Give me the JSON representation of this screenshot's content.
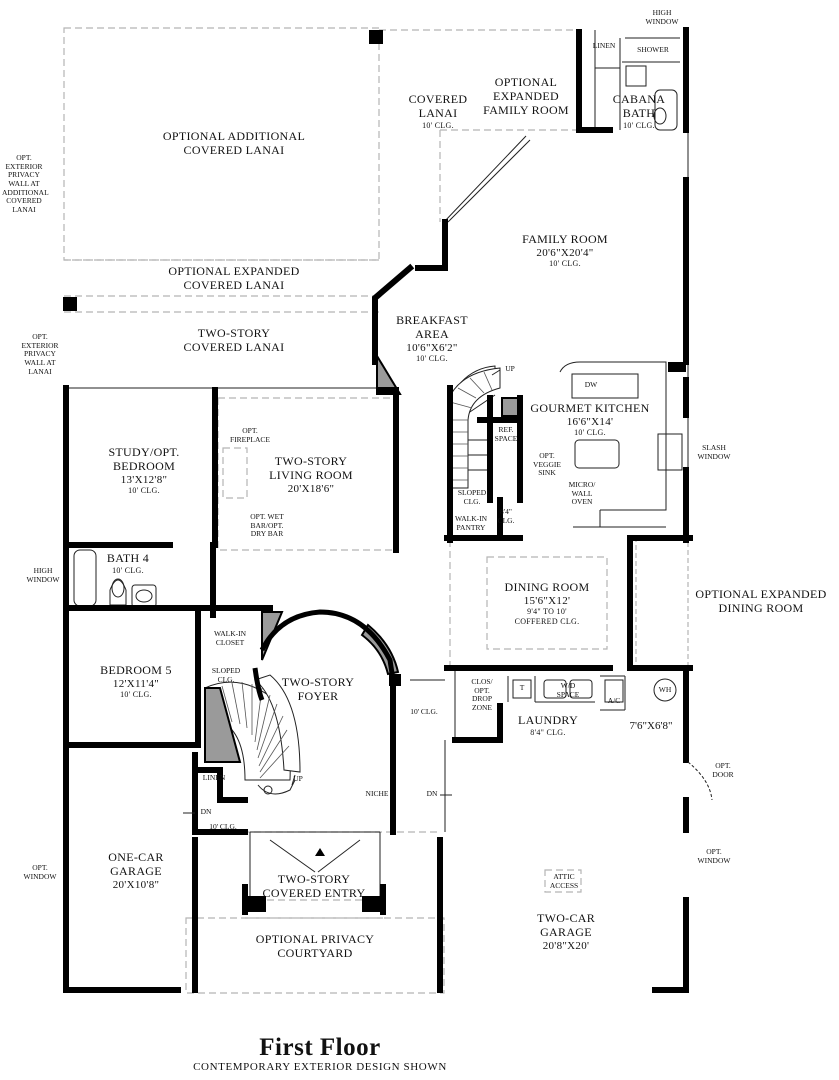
{
  "title": "First Floor",
  "subtitle": "CONTEMPORARY EXTERIOR DESIGN SHOWN",
  "rooms": {
    "optional_additional_covered_lanai": {
      "line1": "OPTIONAL ADDITIONAL",
      "line2": "COVERED LANAI"
    },
    "optional_expanded_covered_lanai": {
      "line1": "OPTIONAL EXPANDED",
      "line2": "COVERED LANAI"
    },
    "two_story_covered_lanai": {
      "line1": "TWO-STORY",
      "line2": "COVERED LANAI"
    },
    "covered_lanai": {
      "line1": "COVERED",
      "line2": "LANAI",
      "clg": "10' CLG."
    },
    "optional_expanded_family_room": {
      "line1": "OPTIONAL",
      "line2": "EXPANDED",
      "line3": "FAMILY ROOM"
    },
    "cabana_bath": {
      "line1": "CABANA",
      "line2": "BATH",
      "clg": "10' CLG."
    },
    "linen_top": "LINEN",
    "shower": "SHOWER",
    "high_window_top": {
      "line1": "HIGH",
      "line2": "WINDOW"
    },
    "family_room": {
      "name": "FAMILY ROOM",
      "dims": "20'6\"X20'4\"",
      "clg": "10' CLG."
    },
    "breakfast_area": {
      "line1": "BREAKFAST",
      "line2": "AREA",
      "dims": "10'6\"X6'2\"",
      "clg": "10' CLG."
    },
    "gourmet_kitchen": {
      "name": "GOURMET KITCHEN",
      "dims": "16'6\"X14'",
      "clg": "10' CLG."
    },
    "dw": "DW",
    "up_stair_top": "UP",
    "ref_space": {
      "line1": "REF.",
      "line2": "SPACE"
    },
    "opt_veggie_sink": {
      "line1": "OPT.",
      "line2": "VEGGIE",
      "line3": "SINK"
    },
    "micro_wall_oven": {
      "line1": "MICRO/",
      "line2": "WALL",
      "line3": "OVEN"
    },
    "sloped_clg_kitchen": {
      "line1": "SLOPED",
      "line2": "CLG."
    },
    "clg_8_4": {
      "line1": "8'4\"",
      "line2": "CLG."
    },
    "walk_in_pantry": {
      "line1": "WALK-IN",
      "line2": "PANTRY"
    },
    "slash_window": {
      "line1": "SLASH",
      "line2": "WINDOW"
    },
    "opt_privacy_wall_additional": {
      "line1": "OPT.",
      "line2": "EXTERIOR",
      "line3": "PRIVACY",
      "line4": "WALL AT",
      "line5": "ADDITIONAL",
      "line6": "COVERED",
      "line7": "LANAI"
    },
    "opt_privacy_wall_lanai": {
      "line1": "OPT.",
      "line2": "EXTERIOR",
      "line3": "PRIVACY",
      "line4": "WALL AT",
      "line5": "LANAI"
    },
    "study": {
      "line1": "STUDY/OPT.",
      "line2": "BEDROOM",
      "dims": "13'X12'8\"",
      "clg": "10' CLG."
    },
    "opt_fireplace": {
      "line1": "OPT.",
      "line2": "FIREPLACE"
    },
    "two_story_living_room": {
      "line1": "TWO-STORY",
      "line2": "LIVING ROOM",
      "dims": "20'X18'6\""
    },
    "opt_wet_bar": {
      "line1": "OPT. WET",
      "line2": "BAR/OPT.",
      "line3": "DRY BAR"
    },
    "bath_4": {
      "name": "BATH 4",
      "clg": "10' CLG."
    },
    "high_window_left": {
      "line1": "HIGH",
      "line2": "WINDOW"
    },
    "bedroom_5": {
      "name": "BEDROOM 5",
      "dims": "12'X11'4\"",
      "clg": "10' CLG."
    },
    "walk_in_closet": {
      "line1": "WALK-IN",
      "line2": "CLOSET"
    },
    "sloped_clg_foyer": {
      "line1": "SLOPED",
      "line2": "CLG."
    },
    "two_story_foyer": {
      "line1": "TWO-STORY",
      "line2": "FOYER"
    },
    "linen_lower": "LINEN",
    "up_foyer": "UP",
    "niche": "NICHE",
    "dining_room": {
      "name": "DINING ROOM",
      "dims": "15'6\"X12'",
      "clg1": "9'4\" TO 10'",
      "clg2": "COFFERED CLG."
    },
    "optional_expanded_dining_room": {
      "line1": "OPTIONAL EXPANDED",
      "line2": "DINING ROOM"
    },
    "clg_10_hall": "10' CLG.",
    "clos_opt_drop_zone": {
      "line1": "CLOS/",
      "line2": "OPT.",
      "line3": "DROP",
      "line4": "ZONE"
    },
    "t_label": "T",
    "wd_space": {
      "line1": "W/D",
      "line2": "SPACE"
    },
    "laundry": {
      "name": "LAUNDRY",
      "clg": "8'4\" CLG."
    },
    "ac": "A/C",
    "wh": "WH",
    "dims_7_6": "7'6\"X6'8\"",
    "opt_door": {
      "line1": "OPT.",
      "line2": "DOOR"
    },
    "dn_left": "DN",
    "dn_right": "DN",
    "clg_10_garage_left": "10' CLG.",
    "one_car_garage": {
      "line1": "ONE-CAR",
      "line2": "GARAGE",
      "dims": "20'X10'8\""
    },
    "opt_window_left": {
      "line1": "OPT.",
      "line2": "WINDOW"
    },
    "two_story_covered_entry": {
      "line1": "TWO-STORY",
      "line2": "COVERED ENTRY"
    },
    "optional_privacy_courtyard": {
      "line1": "OPTIONAL PRIVACY",
      "line2": "COURTYARD"
    },
    "attic_access": {
      "line1": "ATTIC",
      "line2": "ACCESS"
    },
    "two_car_garage": {
      "line1": "TWO-CAR",
      "line2": "GARAGE",
      "dims": "20'8\"X20'"
    },
    "opt_window_right": {
      "line1": "OPT.",
      "line2": "WINDOW"
    }
  },
  "colors": {
    "wall": "#000000",
    "gray_fill": "#9a9a9a",
    "dash": "#b5b5b5",
    "line": "#222222"
  }
}
